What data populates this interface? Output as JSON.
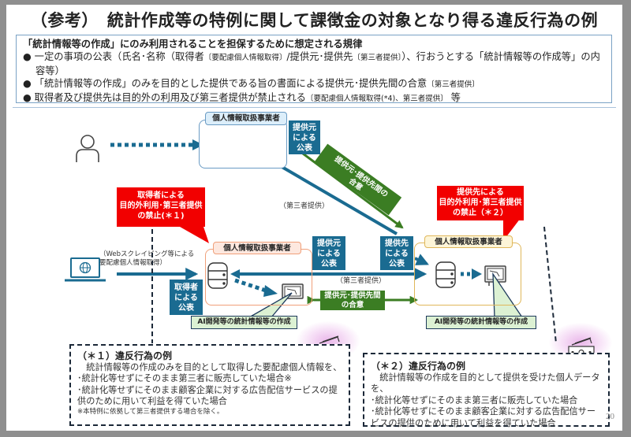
{
  "title": "（参考）　統計作成等の特例に関して課徴金の対象となり得る違反行為の例",
  "rules": {
    "heading": "「統計情報等の作成」にのみ利用されることを担保するために想定される規律",
    "items": [
      {
        "bullet": "●",
        "text_a": "一定の事項の公表（氏名･名称（取得者",
        "small_a": "〔要配慮個人情報取得〕",
        "text_b": "/提供元･提供先",
        "small_b": "〔第三者提供〕",
        "text_c": "）、行おうとする「統計情報等の作成等」の内容等）"
      },
      {
        "bullet": "●",
        "text_a": "「統計情報等の作成」のみを目的とした提供である旨の書面による提供元･提供先間の合意",
        "small_a": "〔第三者提供〕"
      },
      {
        "bullet": "●",
        "text_a": "取得者及び提供先は目的外の利用及び第三者提供が禁止される",
        "small_a": "〔要配慮個人情報取得(*4)、第三者提供〕",
        "text_b": " 等"
      }
    ]
  },
  "diagram": {
    "business_label": "個人情報取扱事業者",
    "top_provider_pub": [
      "提供元",
      "による",
      "公表"
    ],
    "agreement_diag": [
      "提供元･提供先間の",
      "合意"
    ],
    "third_party_top": "（第三者提供）",
    "red_left": [
      "取得者による",
      "目的外利用･第三者提供",
      "の禁止(＊１)"
    ],
    "red_right": [
      "提供先による",
      "目的外利用･第三者提供",
      "の禁止（＊２）"
    ],
    "scraping_note": [
      "（Webスクレイピング等による",
      "要配慮個人情報取得）"
    ],
    "acquirer_pub": [
      "取得者",
      "による",
      "公表"
    ],
    "mid_provider_pub": [
      "提供元",
      "による",
      "公表"
    ],
    "recipient_pub": [
      "提供先",
      "による",
      "公表"
    ],
    "third_party_mid": "（第三者提供）",
    "agreement_mid": [
      "提供元･提供先間",
      "の合意"
    ],
    "ai_label_left": "AI開発等の統計情報等の作成",
    "ai_label_right": "AI開発等の統計情報等の作成",
    "colors": {
      "blue": "#1a6b91",
      "green": "#3b7d23",
      "red": "#f20000",
      "orange": "#f0a07a",
      "gold": "#e0b75a"
    }
  },
  "violation_1": {
    "heading": "（＊１）違反行為の例",
    "lines": [
      "　統計情報等の作成のみを目的として取得した要配慮個人情報を、",
      "･統計化等せずにそのまま第三者に販売していた場合※",
      "･統計化等せずにそのまま顧客企業に対する広告配信サービスの提供のために用いて利益を得ていた場合"
    ],
    "footnote": "※本特例に依拠して第三者提供する場合を除く。"
  },
  "violation_2": {
    "heading": "（＊２）違反行為の例",
    "lines": [
      "　統計情報等の作成を目的として提供を受けた個人データを、",
      "･統計化等せずにそのまま第三者に販売していた場合",
      "･統計化等せずにそのまま顧客企業に対する広告配信サービスの提供のために用いて利益を得ていた場合"
    ]
  },
  "page_number": "20"
}
